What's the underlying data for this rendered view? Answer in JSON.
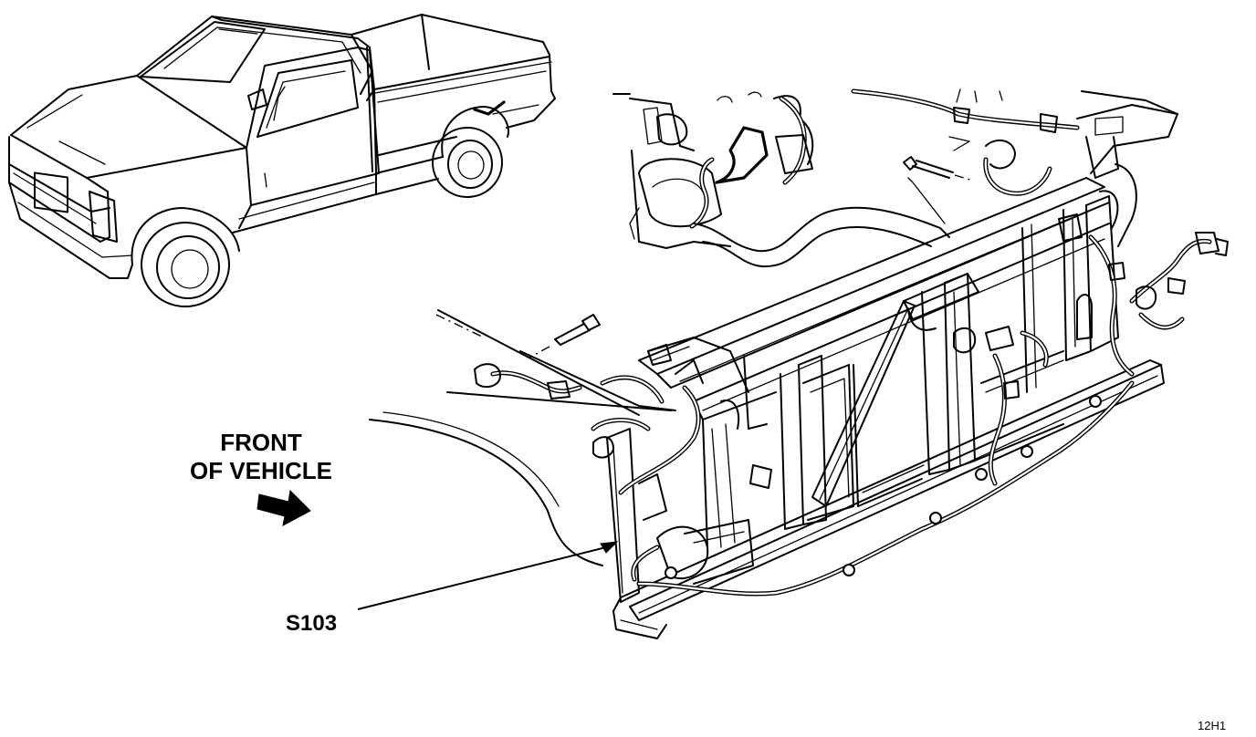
{
  "labels": {
    "front_of_vehicle_line1": "FRONT",
    "front_of_vehicle_line2": "OF VEHICLE",
    "splice": "S103",
    "figure_code": "12H1"
  },
  "icons": {
    "direction_arrow": "right-arrow-icon"
  },
  "colors": {
    "ink": "#000000",
    "paper": "#ffffff"
  }
}
